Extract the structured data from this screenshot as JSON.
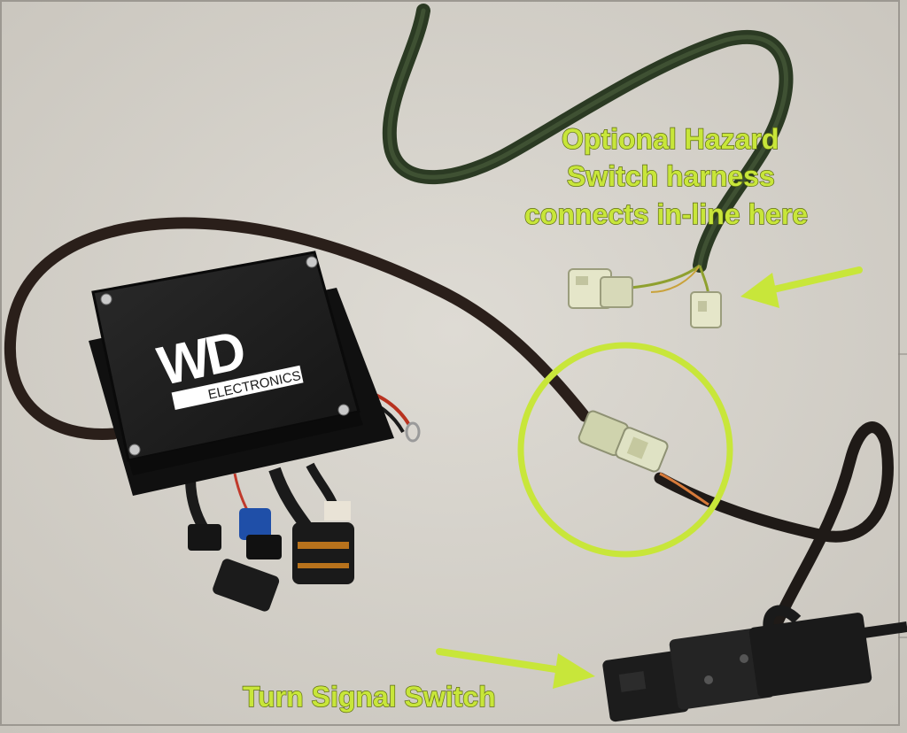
{
  "photo": {
    "device_logo": "WD",
    "device_logo_sub": "ELECTRONICS",
    "annotations": {
      "hazard_line_1": "Optional Hazard",
      "hazard_line_2": "Switch harness",
      "hazard_line_3": "connects in-line here",
      "turn_signal": "Turn Signal Switch"
    }
  },
  "colors": {
    "background": "#d9d6cf",
    "annotation": "#c8e63a",
    "device": "#1a1a1a",
    "cable": "#2a1f1a",
    "cable_green": "#2b3a23"
  },
  "icons": {
    "arrow_hazard": "arrow-left-icon",
    "arrow_switch": "arrow-right-icon",
    "highlight_circle": "circle-highlight-icon"
  }
}
